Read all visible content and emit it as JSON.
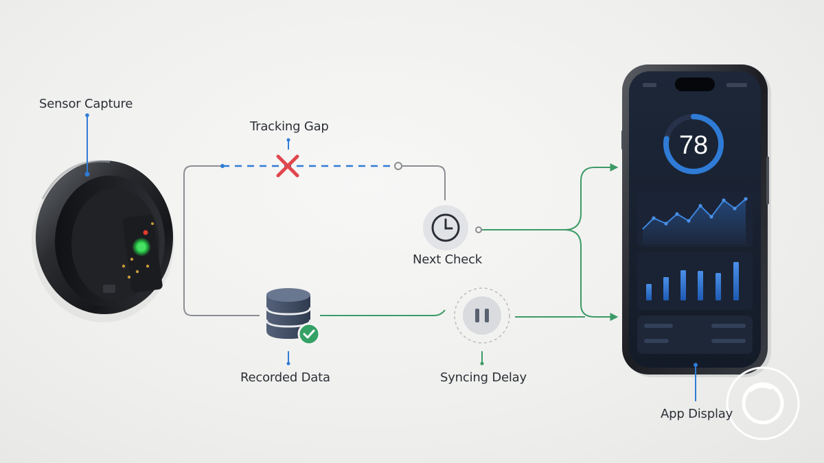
{
  "labels": {
    "sensor_capture": "Sensor Capture",
    "tracking_gap": "Tracking Gap",
    "next_check": "Next Check",
    "recorded_data": "Recorded Data",
    "syncing_delay": "Syncing Delay",
    "app_display": "App Display"
  },
  "phone": {
    "score": "78",
    "score_progress": 0.78
  },
  "colors": {
    "blue_accent": "#2f7bd6",
    "green_flow": "#3c9a66",
    "gray_line": "#8a8d91",
    "error_red": "#e0474c",
    "check_green": "#35a165"
  },
  "icons": {
    "tracking_gap": "x-mark-icon",
    "next_check": "clock-icon",
    "recorded_data": "database-icon",
    "recorded_data_badge": "check-badge-icon",
    "syncing_delay": "pause-icon",
    "corner_logo": "circle-logo-icon"
  }
}
